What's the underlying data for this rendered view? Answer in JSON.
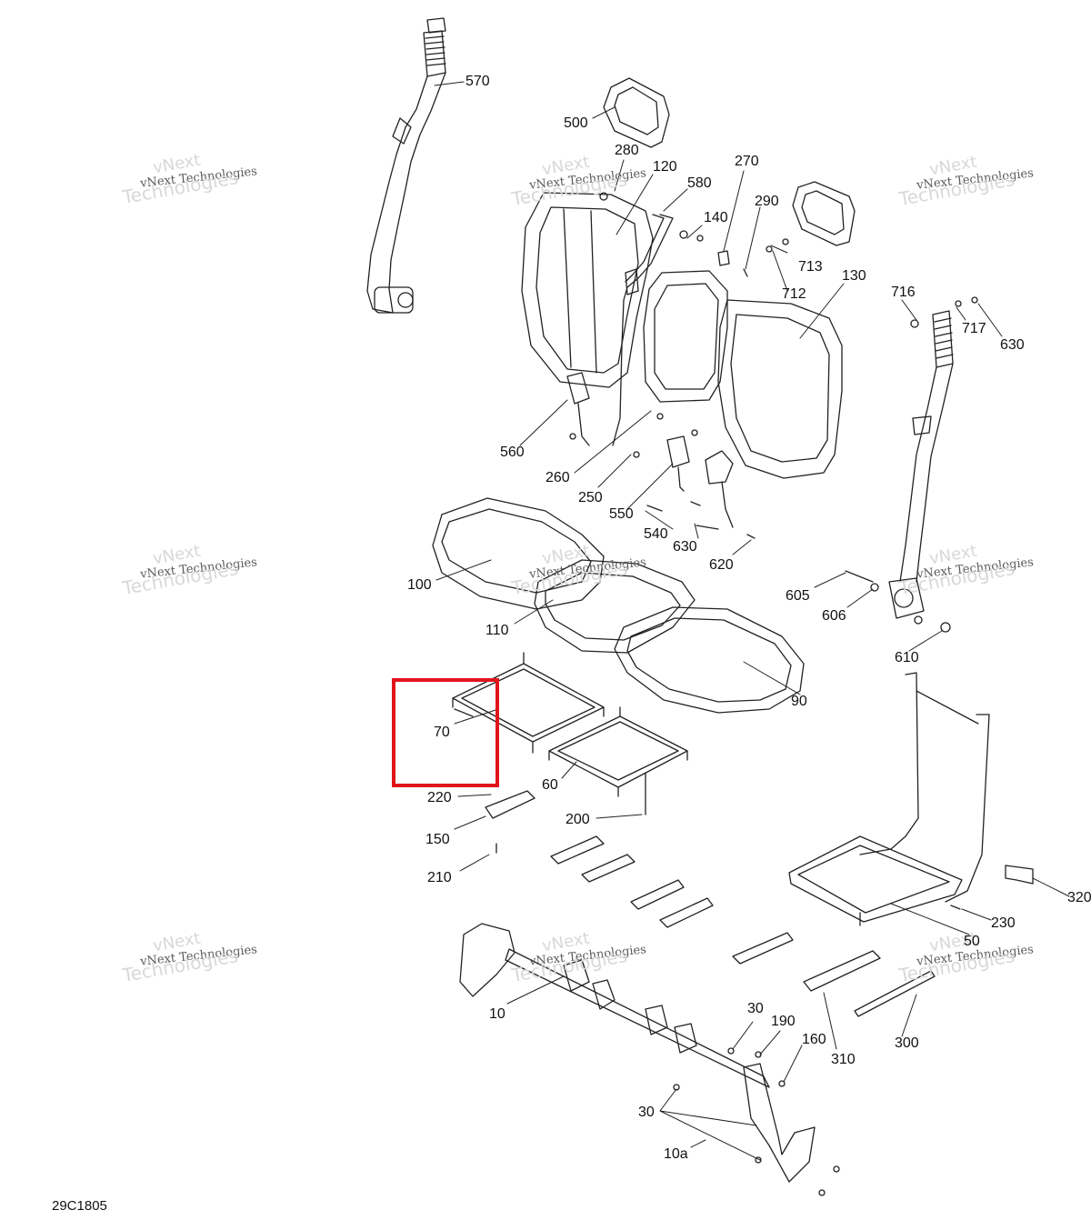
{
  "figure_code": "29C1805",
  "watermark": {
    "line1": "vNext",
    "line2": "vNext Technologies",
    "line3": "Technologies"
  },
  "highlight": {
    "color": "#e0141b",
    "part": "70"
  },
  "parts": [
    {
      "id": "p570",
      "label": "570"
    },
    {
      "id": "p500",
      "label": "500"
    },
    {
      "id": "p280",
      "label": "280"
    },
    {
      "id": "p120",
      "label": "120"
    },
    {
      "id": "p580",
      "label": "580"
    },
    {
      "id": "p270",
      "label": "270"
    },
    {
      "id": "p140",
      "label": "140"
    },
    {
      "id": "p290",
      "label": "290"
    },
    {
      "id": "p713",
      "label": "713"
    },
    {
      "id": "p130",
      "label": "130"
    },
    {
      "id": "p712",
      "label": "712"
    },
    {
      "id": "p716",
      "label": "716"
    },
    {
      "id": "p717",
      "label": "717"
    },
    {
      "id": "p630a",
      "label": "630"
    },
    {
      "id": "p560",
      "label": "560"
    },
    {
      "id": "p260",
      "label": "260"
    },
    {
      "id": "p250",
      "label": "250"
    },
    {
      "id": "p550",
      "label": "550"
    },
    {
      "id": "p540",
      "label": "540"
    },
    {
      "id": "p630b",
      "label": "630"
    },
    {
      "id": "p620",
      "label": "620"
    },
    {
      "id": "p100",
      "label": "100"
    },
    {
      "id": "p605",
      "label": "605"
    },
    {
      "id": "p606",
      "label": "606"
    },
    {
      "id": "p110",
      "label": "110"
    },
    {
      "id": "p610",
      "label": "610"
    },
    {
      "id": "p90",
      "label": "90"
    },
    {
      "id": "p70",
      "label": "70"
    },
    {
      "id": "p60",
      "label": "60"
    },
    {
      "id": "p220",
      "label": "220"
    },
    {
      "id": "p200",
      "label": "200"
    },
    {
      "id": "p150",
      "label": "150"
    },
    {
      "id": "p210",
      "label": "210"
    },
    {
      "id": "p320",
      "label": "320"
    },
    {
      "id": "p230",
      "label": "230"
    },
    {
      "id": "p50",
      "label": "50"
    },
    {
      "id": "p10",
      "label": "10"
    },
    {
      "id": "p30a",
      "label": "30"
    },
    {
      "id": "p190",
      "label": "190"
    },
    {
      "id": "p160",
      "label": "160"
    },
    {
      "id": "p300",
      "label": "300"
    },
    {
      "id": "p310",
      "label": "310"
    },
    {
      "id": "p30b",
      "label": "30"
    },
    {
      "id": "p10a",
      "label": "10a"
    }
  ]
}
